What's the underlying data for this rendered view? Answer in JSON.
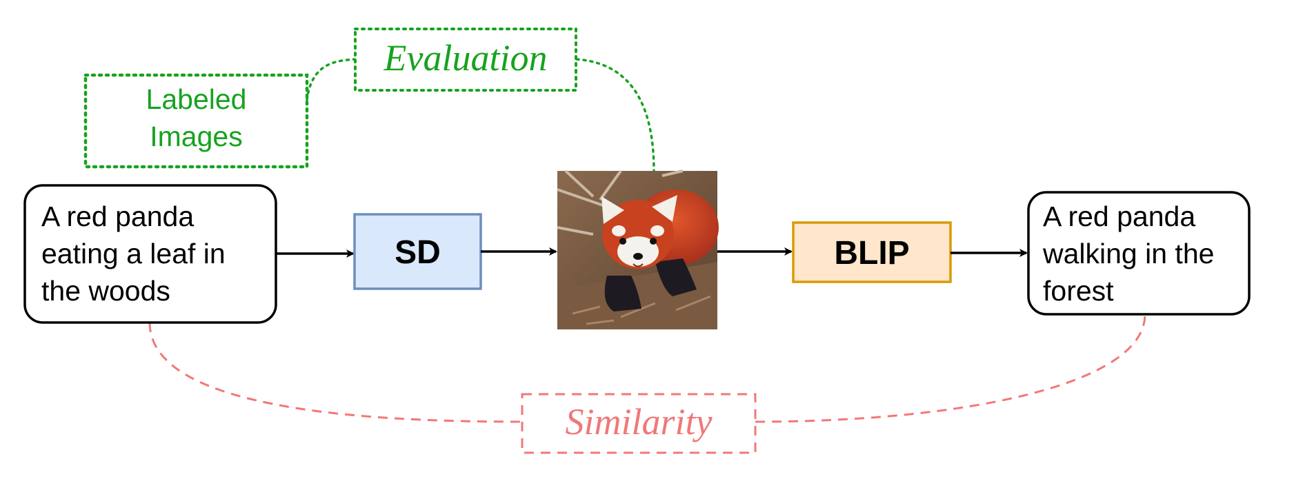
{
  "input_caption": {
    "lines": [
      "A red panda",
      "eating a leaf in",
      "the woods"
    ]
  },
  "sd_block": {
    "label": "SD"
  },
  "blip_block": {
    "label": "BLIP"
  },
  "output_caption": {
    "lines": [
      "A red panda",
      "walking in the",
      "forest"
    ]
  },
  "labeled_images": {
    "lines": [
      "Labeled",
      "Images"
    ]
  },
  "evaluation": {
    "label": "Evaluation"
  },
  "similarity": {
    "label": "Similarity"
  },
  "generated_image": {
    "subject": "red panda"
  },
  "colors": {
    "sd_fill": "#dae8fc",
    "sd_stroke": "#6c8ebf",
    "blip_fill": "#ffe6cc",
    "blip_stroke": "#d79b00",
    "evaluation_green": "#16a31e",
    "similarity_red": "#f07878"
  }
}
